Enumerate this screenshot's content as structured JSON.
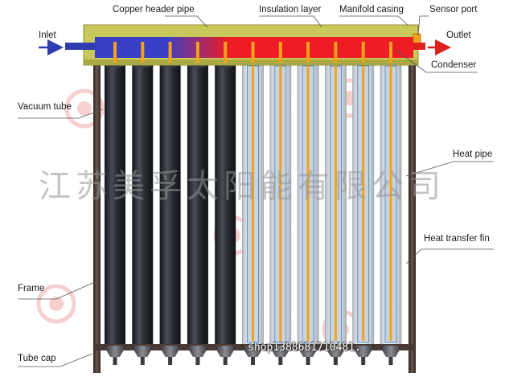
{
  "labels": {
    "copper_header_pipe": "Copper header pipe",
    "insulation_layer": "Insulation layer",
    "manifold_casing": "Manifold casing",
    "sensor_port": "Sensor port",
    "inlet": "Inlet",
    "outlet": "Outlet",
    "condenser": "Condenser",
    "vacuum_tube": "Vacuum tube",
    "heat_pipe": "Heat pipe",
    "heat_transfer_fin": "Heat transfer fin",
    "frame": "Frame",
    "tube_cap": "Tube cap"
  },
  "watermark_text": "江苏美孚太阳能有限公司",
  "shop_text": "shop1388681710481.",
  "colors": {
    "manifold_casing": "#c9c85a",
    "header_pipe_cold": "#3a3fc8",
    "header_pipe_hot": "#ee1c24",
    "condenser": "#f2a21c",
    "vacuum_tube": "#2a2c33",
    "glass_tube": "#dfe3e8",
    "heat_pipe": "#f2a21c",
    "frame": "#4a3a34",
    "arrow_in": "#2f3db0",
    "arrow_out": "#e02020",
    "logo": "#e87878"
  },
  "tubes": {
    "opaque_count": 5,
    "glass_count": 6
  }
}
